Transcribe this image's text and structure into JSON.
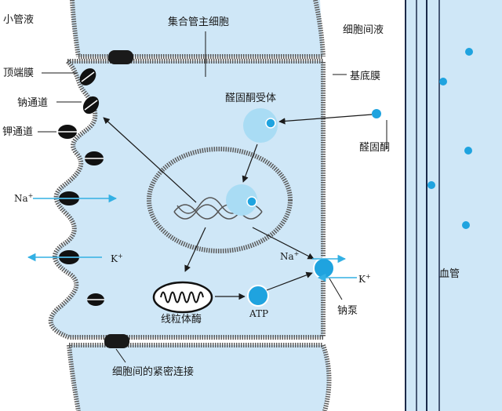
{
  "labels": {
    "tubular_fluid": "小管液",
    "principal_cell": "集合管主细胞",
    "interstitial_fluid": "细胞间液",
    "apical_membrane": "顶端膜",
    "basal_membrane": "基底膜",
    "sodium_channel": "钠通道",
    "potassium_channel": "钾通道",
    "aldosterone_receptor": "醛固酮受体",
    "aldosterone": "醛固酮",
    "na_left": "Na",
    "k_left": "K",
    "na_right": "Na",
    "k_right": "K",
    "ion_charge": "+",
    "mitochondrial_enzyme": "线粒体酶",
    "atp": "ATP",
    "sodium_pump": "钠泵",
    "blood_vessel": "血管",
    "tight_junction": "细胞间的紧密连接"
  },
  "colors": {
    "cytoplasm": "#cfe7f7",
    "receptor": "#a9dcf4",
    "molecule": "#1fa3df",
    "ion_arrow": "#33b0e4",
    "membrane": "#5a5a5a",
    "junction": "#1a1a1a",
    "vessel_line": "#1b2a4a"
  }
}
